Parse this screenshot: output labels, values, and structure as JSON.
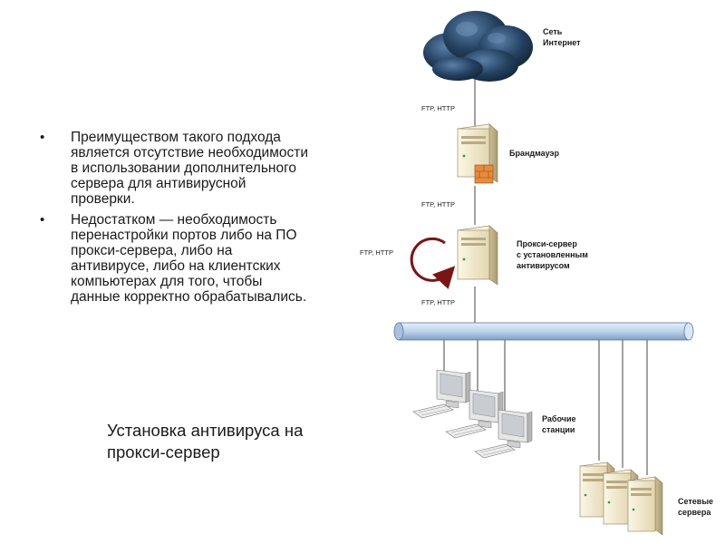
{
  "bullets": [
    "Преимуществом такого подхода является отсутствие необходимости в использовании дополнительного сервера для антивирусной проверки.",
    "Недостатком — необходимость перенастройки портов либо на ПО прокси-сервера, либо на антивирусе, либо на клиентских компьютерах для того, чтобы данные корректно обрабатывались."
  ],
  "bullet_marker": "•",
  "caption": {
    "line1": "Установка антивируса на",
    "line2": "прокси-сервер"
  },
  "diagram": {
    "internet": {
      "line1": "Сеть",
      "line2": "Интернет"
    },
    "firewall": {
      "label": "Брандмауэр"
    },
    "proxy": {
      "line1": "Прокси-сервер",
      "line2": "с установленным",
      "line3": "антивирусом"
    },
    "workstations": {
      "line1": "Рабочие",
      "line2": "станции"
    },
    "servers": {
      "line1": "Сетевые",
      "line2": "сервера"
    },
    "protocol_top": "FTP, HTTP",
    "protocol_mid": "FTP, HTTP",
    "protocol_left": "FTP, HTTP",
    "protocol_bottom": "FTP, HTTP"
  },
  "colors": {
    "cloud": "#1c3553",
    "bus": "#bcd3ec",
    "server_body": "#efe6cc",
    "firewall_brick": "#e88a3c",
    "arrow": "#7a1515"
  }
}
